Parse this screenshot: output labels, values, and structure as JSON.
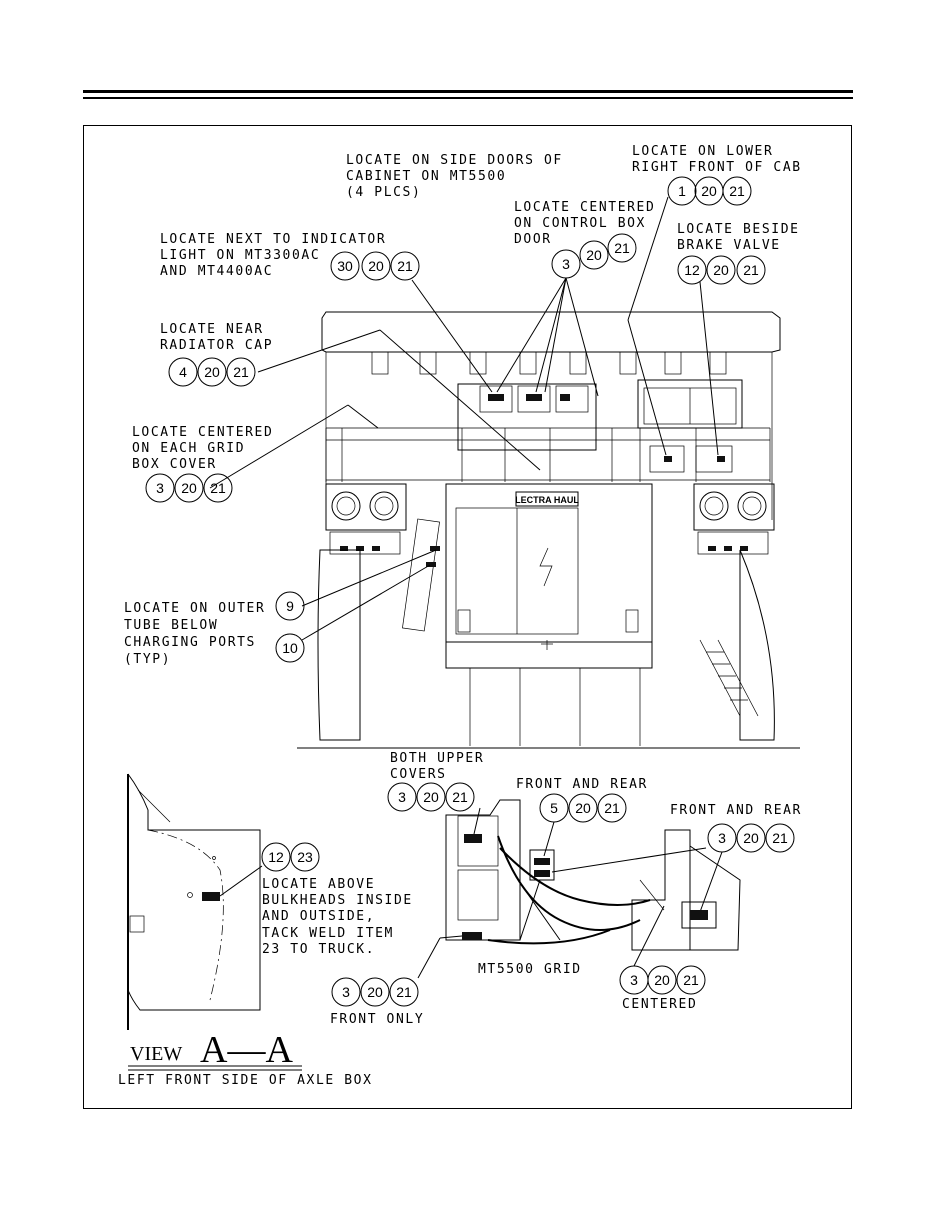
{
  "notes": {
    "side_doors": [
      "LOCATE ON SIDE DOORS OF",
      "CABINET ON MT5500",
      "(4 PLCS)"
    ],
    "lower_right": [
      "LOCATE ON LOWER",
      "RIGHT FRONT OF CAB"
    ],
    "control_box": [
      "LOCATE CENTERED",
      "ON CONTROL BOX",
      "DOOR"
    ],
    "indicator": [
      "LOCATE NEXT TO INDICATOR",
      "LIGHT ON MT3300AC",
      "AND MT4400AC"
    ],
    "brake_valve": [
      "LOCATE BESIDE",
      "BRAKE VALVE"
    ],
    "radiator": [
      "LOCATE NEAR",
      "RADIATOR CAP"
    ],
    "grid_box": [
      "LOCATE CENTERED",
      "ON EACH GRID",
      "BOX COVER"
    ],
    "outer_tube": [
      "LOCATE ON OUTER",
      "TUBE BELOW",
      "CHARGING PORTS",
      "(TYP)"
    ],
    "both_upper": [
      "BOTH UPPER",
      "COVERS"
    ],
    "front_rear_1": "FRONT AND REAR",
    "front_rear_2": "FRONT AND REAR",
    "bulkheads": [
      "LOCATE ABOVE",
      "BULKHEADS INSIDE",
      "AND OUTSIDE,",
      "TACK WELD ITEM",
      "23 TO TRUCK."
    ],
    "mt5500_grid": "MT5500 GRID",
    "front_only": "FRONT ONLY",
    "centered": "CENTERED"
  },
  "bubbles": {
    "b_1_20_21": [
      "1",
      "20",
      "21"
    ],
    "b_3_20_21_ctrl": [
      "3",
      "20",
      "21"
    ],
    "b_30_20_21": [
      "30",
      "20",
      "21"
    ],
    "b_12_20_21": [
      "12",
      "20",
      "21"
    ],
    "b_4_20_21": [
      "4",
      "20",
      "21"
    ],
    "b_3_20_21_grid": [
      "3",
      "20",
      "21"
    ],
    "b_9": "9",
    "b_10": "10",
    "b_3_20_21_upper": [
      "3",
      "20",
      "21"
    ],
    "b_5_20_21": [
      "5",
      "20",
      "21"
    ],
    "b_3_20_21_fr": [
      "3",
      "20",
      "21"
    ],
    "b_12_23": [
      "12",
      "23"
    ],
    "b_3_20_21_front": [
      "3",
      "20",
      "21"
    ],
    "b_3_20_21_centered": [
      "3",
      "20",
      "21"
    ]
  },
  "truck_badge": "LECTRA HAUL",
  "view": {
    "word": "VIEW",
    "letters": "A—A",
    "caption": "LEFT FRONT SIDE OF AXLE BOX"
  }
}
